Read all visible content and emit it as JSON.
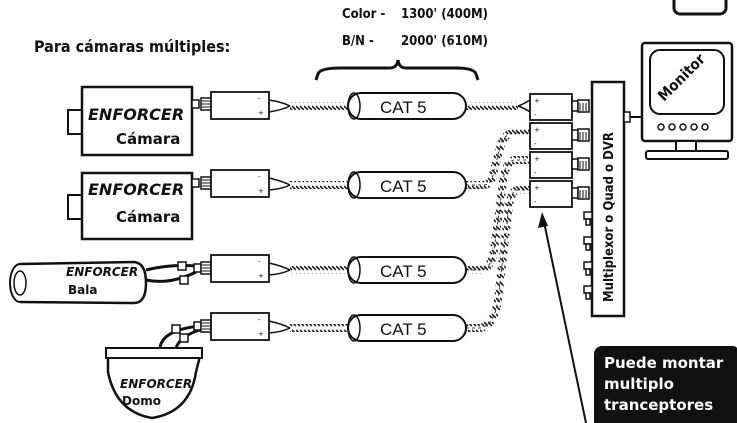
{
  "header": {
    "title": "Para cámaras múltiples:",
    "spec_color_label": "Color -",
    "spec_color_value": "1300' (400M)",
    "spec_bw_label": "B/N -",
    "spec_bw_value": "2000' (610M)"
  },
  "cameras": [
    {
      "brand": "ENFORCER",
      "type": "Cámara"
    },
    {
      "brand": "ENFORCER",
      "type": "Cámara"
    },
    {
      "brand": "ENFORCER",
      "type": "Bala"
    },
    {
      "brand": "ENFORCER",
      "type": "Domo"
    }
  ],
  "cable_label": "CAT 5",
  "transceiver": {
    "plus": "+",
    "minus": "-"
  },
  "multiplexer_label": "Multiplexor o Quad o DVR",
  "monitor_label": "Monitor",
  "callout": {
    "lines": [
      "Puede montar",
      "multiplo",
      "tranceptores"
    ]
  },
  "colors": {
    "ink": "#111111",
    "callout_bg": "#111111",
    "callout_text": "#ffffff"
  }
}
